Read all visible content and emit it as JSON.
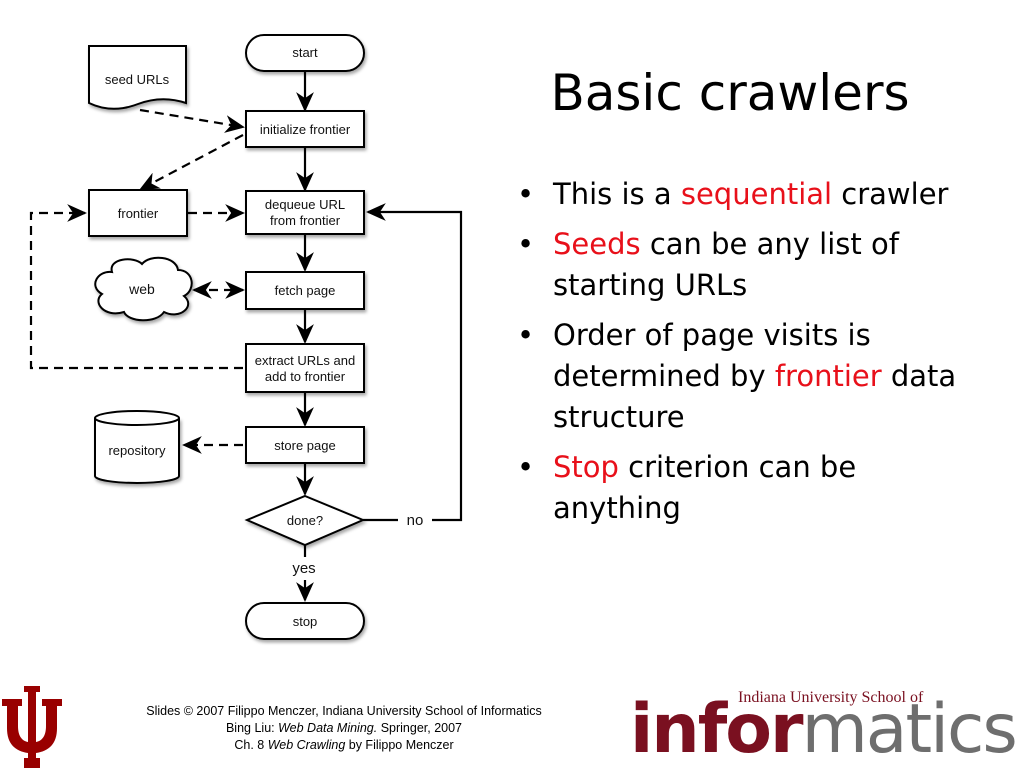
{
  "slide": {
    "title": "Basic crawlers",
    "bullets": [
      {
        "bullet": "•",
        "parts": [
          {
            "text": "This is a ",
            "highlight": false
          },
          {
            "text": "sequential",
            "highlight": true
          },
          {
            "text": " crawler",
            "highlight": false
          }
        ]
      },
      {
        "bullet": "•",
        "parts": [
          {
            "text": "Seeds",
            "highlight": true
          },
          {
            "text": " can be any list of starting URLs",
            "highlight": false
          }
        ]
      },
      {
        "bullet": "•",
        "parts": [
          {
            "text": "Order of page visits is determined by ",
            "highlight": false
          },
          {
            "text": "frontier",
            "highlight": true
          },
          {
            "text": " data structure",
            "highlight": false
          }
        ]
      },
      {
        "bullet": "•",
        "parts": [
          {
            "text": "Stop",
            "highlight": true
          },
          {
            "text": " criterion can be anything",
            "highlight": false
          }
        ]
      }
    ],
    "highlight_color": "#e8101a"
  },
  "diagram": {
    "nodes": {
      "start": "start",
      "seed_urls": "seed URLs",
      "initialize_frontier": "initialize frontier",
      "frontier": "frontier",
      "dequeue_url": [
        "dequeue URL",
        "from frontier"
      ],
      "web": "web",
      "fetch_page": "fetch page",
      "extract_urls": [
        "extract URLs and",
        "add to frontier"
      ],
      "repository": "repository",
      "store_page": "store page",
      "done": "done?",
      "stop": "stop"
    },
    "edge_labels": {
      "no": "no",
      "yes": "yes"
    }
  },
  "footer": {
    "line1": "Slides © 2007 Filippo Menczer, Indiana University School of Informatics",
    "line2_prefix": "Bing Liu: ",
    "line2_italic": "Web Data Mining.",
    "line2_suffix": " Springer, 2007",
    "line3_prefix": "Ch. 8 ",
    "line3_italic": "Web Crawling",
    "line3_suffix": " by Filippo Menczer"
  },
  "logos": {
    "left_logo_icon": "indiana-university-trident-icon",
    "left_logo_color": "#990000",
    "informatics_school": "Indiana University School of",
    "informatics_word_part1": "infor",
    "informatics_word_part2": "matics",
    "informatics_color_primary": "#7a1020",
    "informatics_color_secondary": "#6e6e6e"
  }
}
